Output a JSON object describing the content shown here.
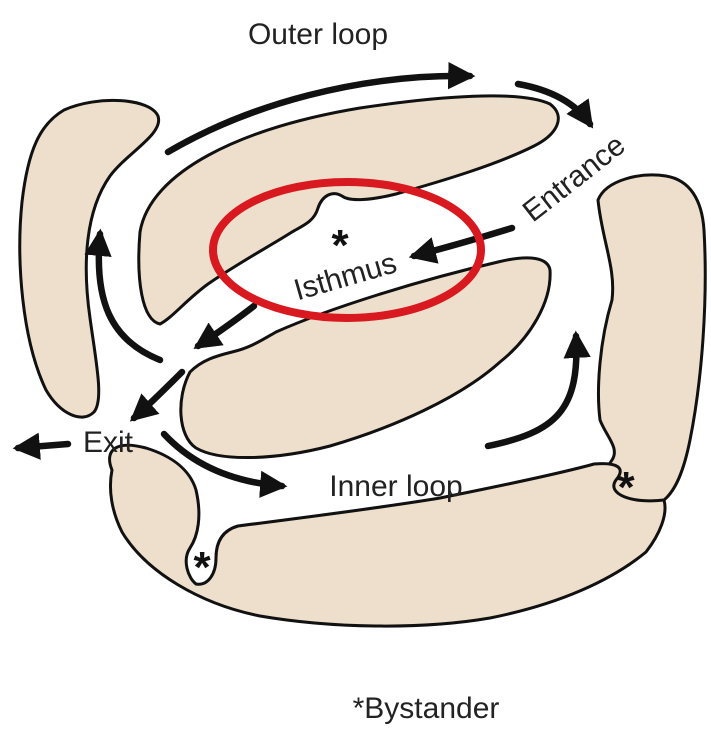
{
  "labels": {
    "outer_loop": "Outer loop",
    "entrance": "Entrance",
    "isthmus": "Isthmus",
    "exit": "Exit",
    "inner_loop": "Inner loop",
    "bystander_mark": "*",
    "bystander_note": "*Bystander"
  },
  "colors": {
    "tissue_fill": "#eddfcc",
    "outline": "#111111",
    "arrow": "#111111",
    "highlight_ring": "#d8191f",
    "background": "#ffffff"
  }
}
